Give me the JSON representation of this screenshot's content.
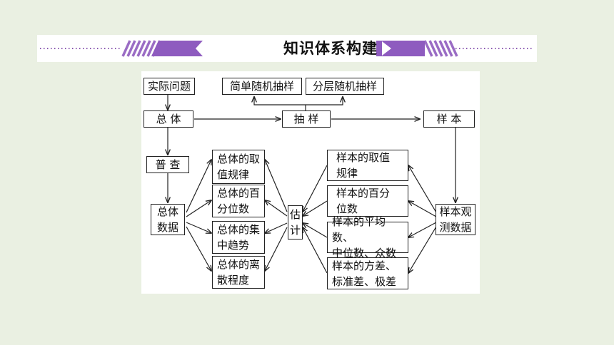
{
  "banner": {
    "title": "知识体系构建"
  },
  "diagram": {
    "practical_problem": "实际问题",
    "simple_random_sampling": "简单随机抽样",
    "stratified_sampling": "分层随机抽样",
    "population": "总 体",
    "sampling": "抽 样",
    "sample": "样 本",
    "census": "普 查",
    "population_data": "总体\n数据",
    "estimate": "估\n计",
    "sample_observed_data": "样本观\n测数据",
    "population_items": [
      "总体的取\n值规律",
      "总体的百\n分位数",
      "总体的集\n中趋势",
      "总体的离\n散程度"
    ],
    "sample_items": [
      "样本的取值\n规律",
      "样本的百分\n位数",
      "样本的平均数、\n中位数、众数",
      "样本的方差、\n标准差、极差"
    ]
  }
}
